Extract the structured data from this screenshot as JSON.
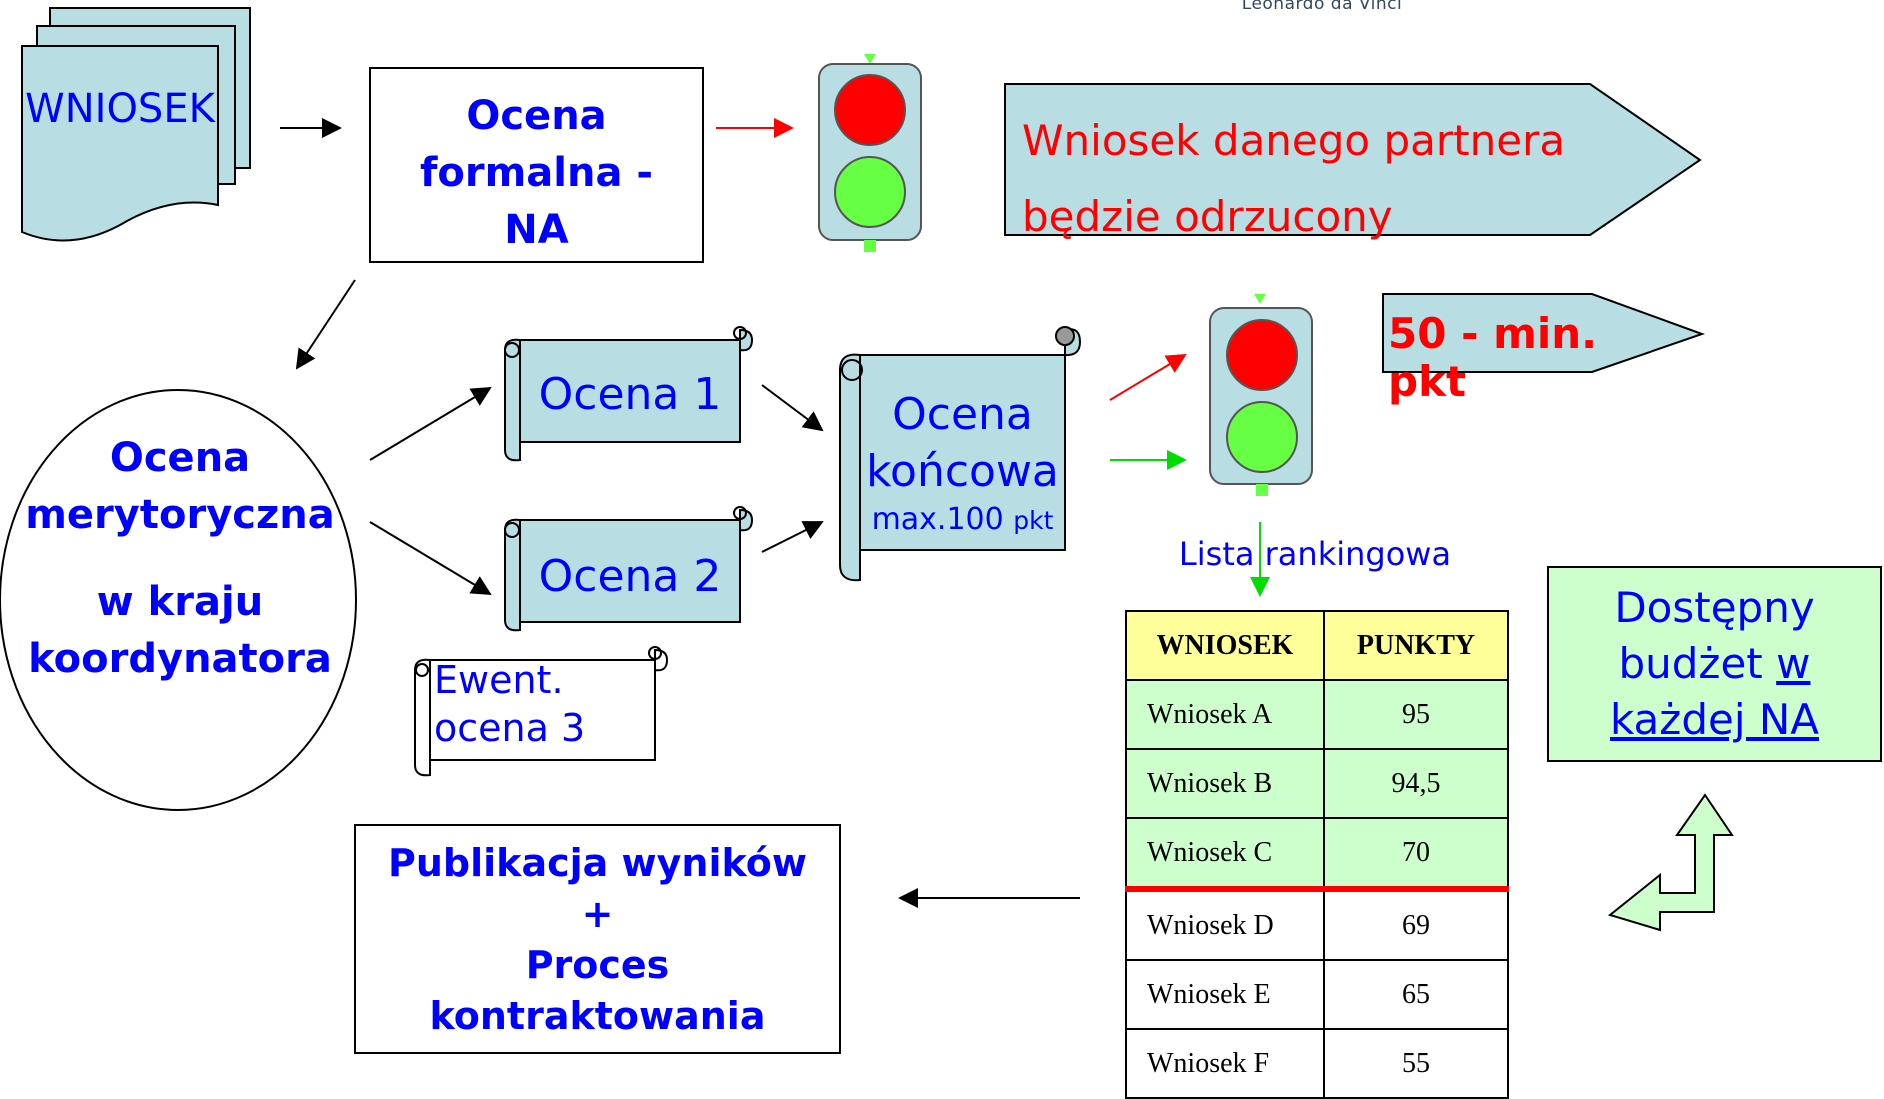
{
  "header": {
    "logo_text": "Leonardo da Vinci"
  },
  "nodes": {
    "wniosek": "WNIOSEK",
    "formal": [
      "Ocena",
      "formalna -",
      "NA"
    ],
    "reject": [
      "Wniosek danego partnera",
      "będzie odrzucony"
    ],
    "merit": [
      "Ocena",
      "merytoryczna",
      "w kraju",
      "koordynatora"
    ],
    "ocena1": "Ocena 1",
    "ocena2": "Ocena 2",
    "ocena3": [
      "Ewent.",
      "ocena 3"
    ],
    "final": [
      "Ocena",
      "końcowa",
      "max.100",
      "pkt"
    ],
    "min_points": "50 - min. pkt",
    "ranking_label": "Lista rankingowa",
    "budget": [
      "Dostępny",
      "budżet",
      "w",
      "każdej NA"
    ],
    "publication": [
      "Publikacja wyników",
      "+",
      "Proces",
      "kontraktowania"
    ]
  },
  "table": {
    "headers": [
      "WNIOSEK",
      "PUNKTY"
    ],
    "rows": [
      {
        "name": "Wniosek A",
        "points": "95"
      },
      {
        "name": "Wniosek B",
        "points": "94,5"
      },
      {
        "name": "Wniosek C",
        "points": "70"
      },
      {
        "name": "Wniosek D",
        "points": "69"
      },
      {
        "name": "Wniosek E",
        "points": "65"
      },
      {
        "name": "Wniosek F",
        "points": "55"
      }
    ]
  },
  "colors": {
    "box_fill": "#b8dde2",
    "text_blue": "#0000ff",
    "text_red": "#ff0000",
    "light_red": "#ff0000",
    "light_green": "#66ff44",
    "funded_row": "#ccffcc",
    "header_row": "#ffff99",
    "cutoff_line": "#ff0000"
  }
}
